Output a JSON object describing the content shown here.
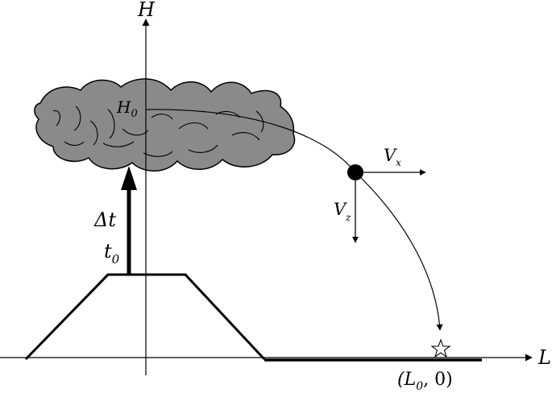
{
  "axes": {
    "vertical_label": "H",
    "horizontal_label": "L"
  },
  "labels": {
    "initial_height": "H",
    "initial_height_sub": "0",
    "rise_time": "Δt",
    "start_time": "t",
    "start_time_sub": "0",
    "horizontal_velocity": "V",
    "horizontal_velocity_sub": "x",
    "vertical_velocity": "V",
    "vertical_velocity_sub": "z",
    "landing_prefix": "(L",
    "landing_sub": "0",
    "landing_suffix": ", 0)"
  },
  "colors": {
    "cloud_fill": "#8a8a8a",
    "ink": "#000000"
  },
  "icons": {
    "particle": "filled-circle",
    "landing_point": "star-outline"
  }
}
